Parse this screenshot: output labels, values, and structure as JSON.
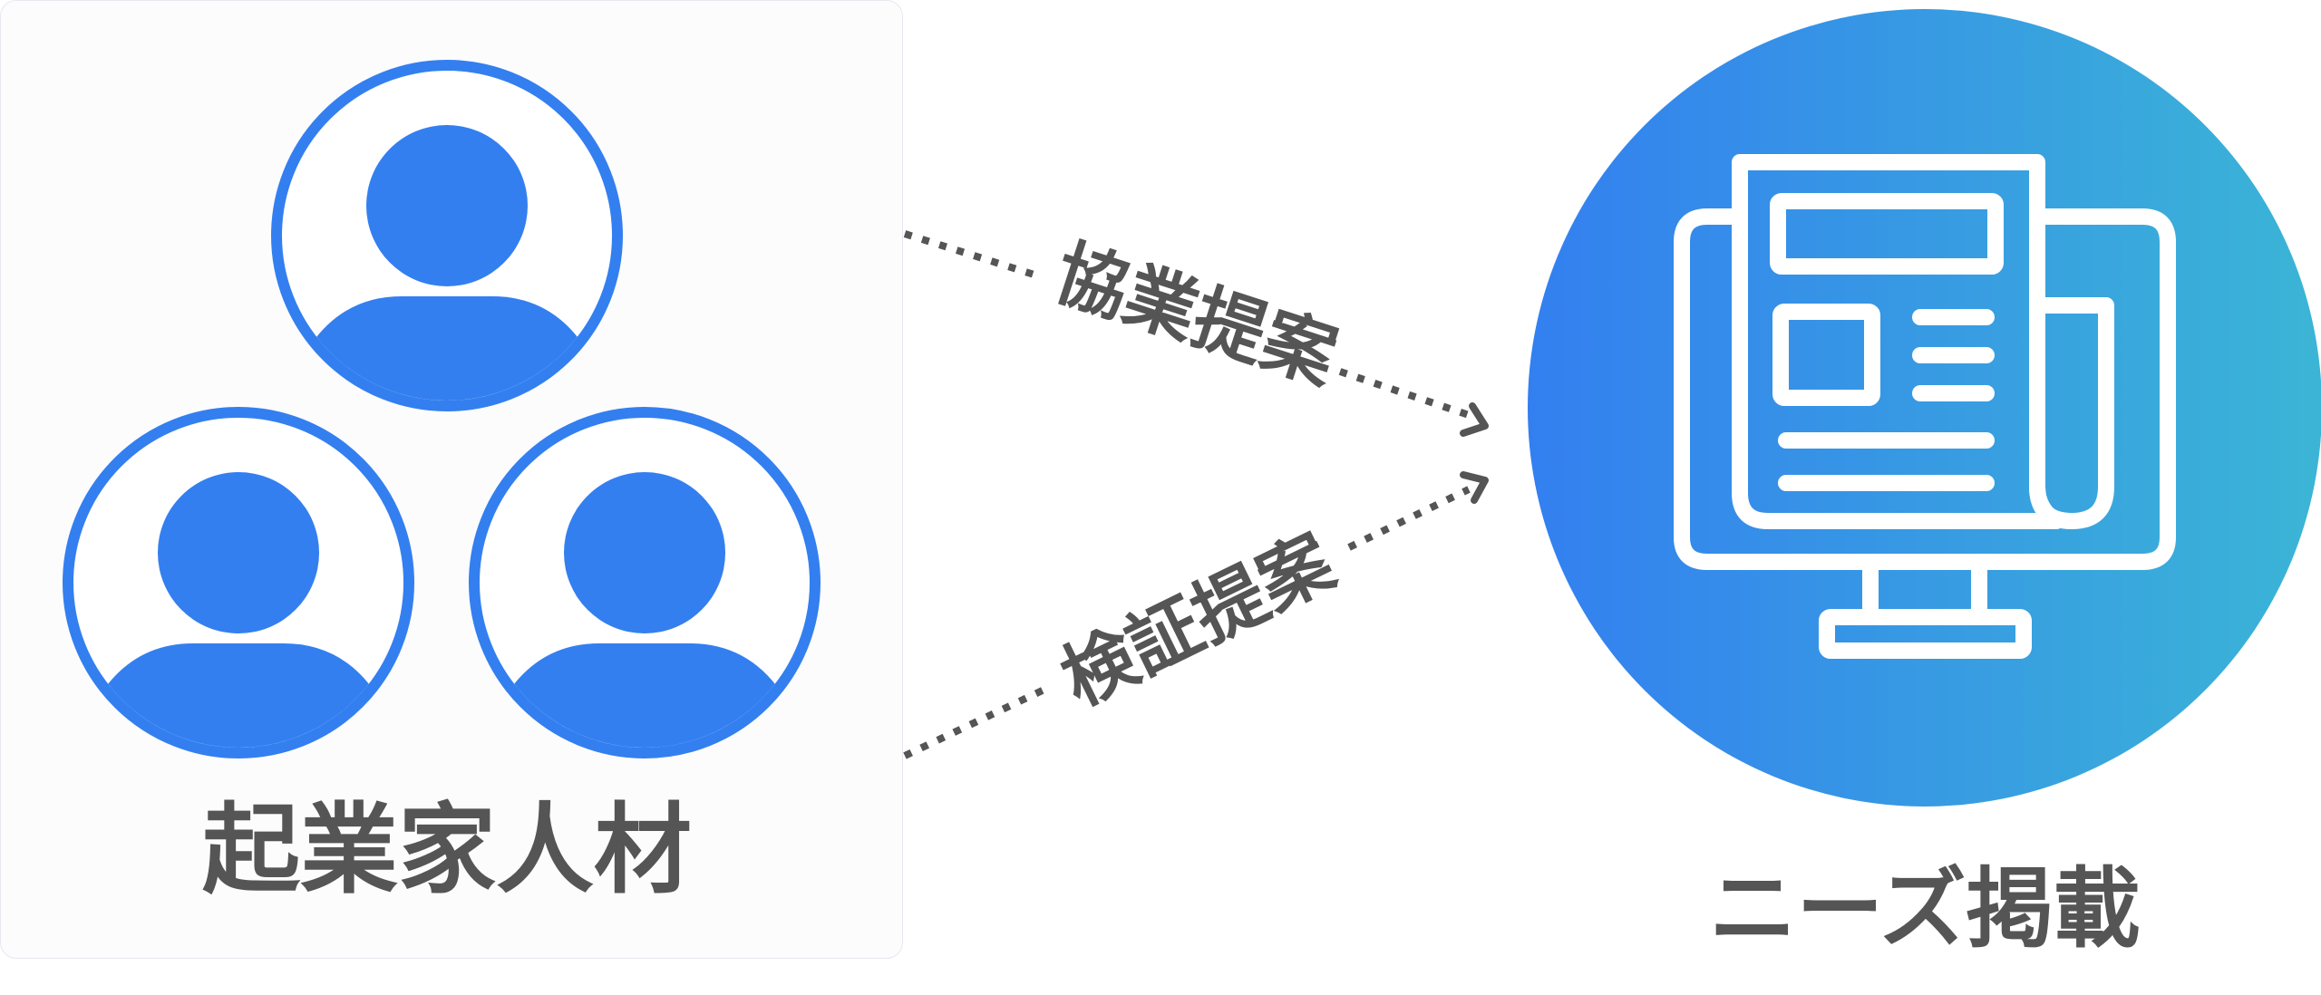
{
  "left_group": {
    "label": "起業家人材",
    "icon": "person-icon",
    "member_count": 3
  },
  "right_group": {
    "label": "ニーズ掲載",
    "icon": "monitor-newspaper-icon"
  },
  "arrows": [
    {
      "label": "協業提案"
    },
    {
      "label": "検証提案"
    }
  ],
  "colors": {
    "person_blue": "#337ff0",
    "gradient_start": "#337ff0",
    "gradient_end": "#3bb5d6",
    "text_gray": "#555555",
    "panel_bg": "#fcfcfd"
  }
}
